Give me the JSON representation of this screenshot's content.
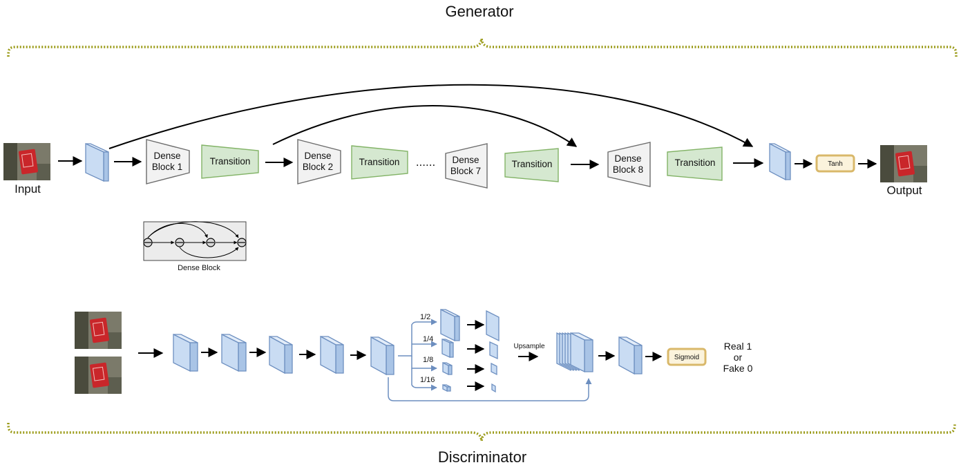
{
  "generator": {
    "title": "Generator",
    "input_label": "Input",
    "output_label": "Output",
    "blocks": [
      {
        "line1": "Dense",
        "line2": "Block 1"
      },
      {
        "line1": "Dense",
        "line2": "Block 2"
      },
      {
        "line1": "Dense",
        "line2": "Block 7"
      },
      {
        "line1": "Dense",
        "line2": "Block 8"
      }
    ],
    "transition_label": "Transition",
    "ellipsis": "......",
    "activation": "Tanh"
  },
  "dense_block_inset": {
    "caption": "Dense Block"
  },
  "discriminator": {
    "title": "Discriminator",
    "scales": [
      "1/2",
      "1/4",
      "1/8",
      "1/16"
    ],
    "upsample_label": "Upsample",
    "activation": "Sigmoid",
    "result": [
      "Real 1",
      "or",
      "Fake 0"
    ]
  },
  "colors": {
    "cube_blue": "#c9dcf3",
    "dense_gray": "#f2f2f2",
    "transition_green": "#d5e8d0",
    "activation_gold": "#d9b86a",
    "brace_olive": "#9a9a17"
  }
}
